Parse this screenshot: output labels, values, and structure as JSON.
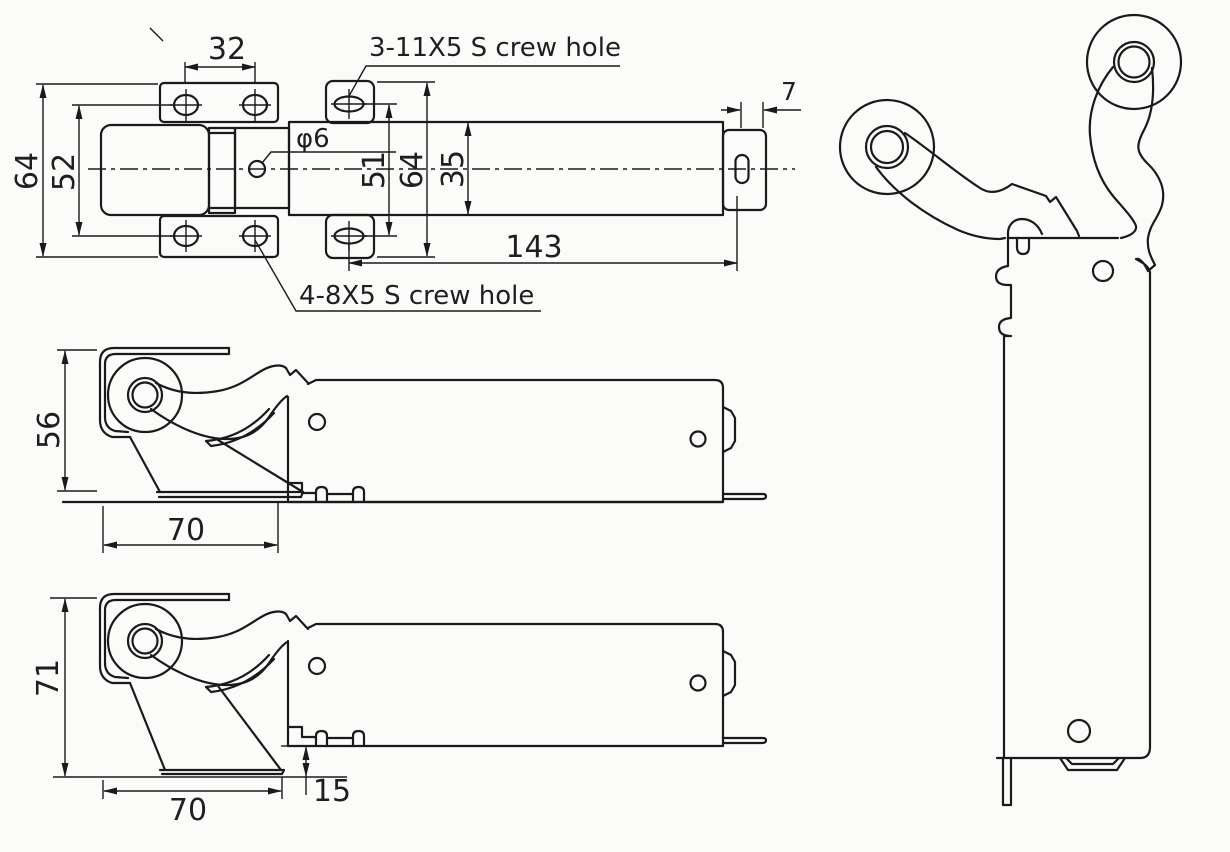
{
  "drawing": {
    "kind": "engineering 3-view technical drawing of a soft-close door/gate closer hinge"
  },
  "colors": {
    "background": "#fbfbfa",
    "line": "#1a1a1a",
    "text": "#1f1f1f"
  },
  "top_view": {
    "dim_32": "32",
    "dim_64_overall": "64",
    "dim_52": "52",
    "label_screw_top": "3-11X5 S crew hole",
    "label_screw_bottom": "4-8X5 S crew hole",
    "label_phi6": "φ6",
    "dim_51": "51",
    "dim_64_plate": "64",
    "dim_35": "35",
    "dim_143": "143",
    "dim_7": "7"
  },
  "side_view_flush": {
    "dim_56": "56",
    "dim_70": "70"
  },
  "side_view_offset": {
    "dim_71": "71",
    "dim_70": "70",
    "dim_15": "15"
  }
}
